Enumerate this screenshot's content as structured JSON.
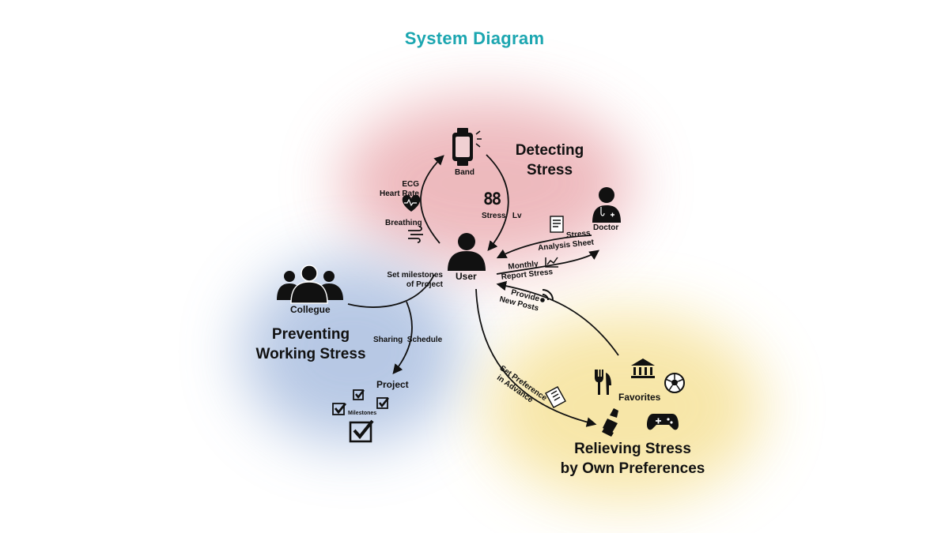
{
  "title": "System Diagram",
  "colors": {
    "title": "#1aa6b0",
    "detecting_zone": "#e8a3a8",
    "preventing_zone": "#9fb6dc",
    "relieving_zone": "#f6e29a",
    "ink": "#111111"
  },
  "zones": {
    "detecting": {
      "line1": "Detecting",
      "line2": "Stress"
    },
    "preventing": {
      "line1": "Preventing",
      "line2": "Working Stress"
    },
    "relieving": {
      "line1": "Relieving Stress",
      "line2": "by Own Preferences"
    }
  },
  "nodes": {
    "user": "User",
    "band": "Band",
    "doctor": "Doctor",
    "collegue": "Collegue",
    "project": "Project",
    "milestones": "Milestones",
    "favorites": "Favorites"
  },
  "edges": {
    "ecg": "ECG",
    "heart_rate": "Heart Rate",
    "breathing": "Breathing",
    "stress_lv_digits": "88",
    "stress_lv": "Stress   Lv",
    "stress_sheet_1": "Stress",
    "stress_sheet_2": "Analysis Sheet",
    "monthly_1": "Monthly",
    "monthly_2": "Report Stress",
    "milestones_1": "Set milestones",
    "milestones_2": "of Project",
    "sharing": "Sharing  Schedule",
    "provide_1": "Provide",
    "provide_2": "New Posts",
    "preference_1": "Set Preference",
    "preference_2": "in Advance"
  },
  "icons": [
    "smartwatch-icon",
    "heart-pulse-icon",
    "wind-icon",
    "doctor-icon",
    "user-icon",
    "group-icon",
    "checkbox-icon",
    "document-icon",
    "line-chart-icon",
    "rss-icon",
    "fork-knife-icon",
    "museum-icon",
    "soccer-ball-icon",
    "gamepad-icon",
    "lipstick-icon"
  ]
}
